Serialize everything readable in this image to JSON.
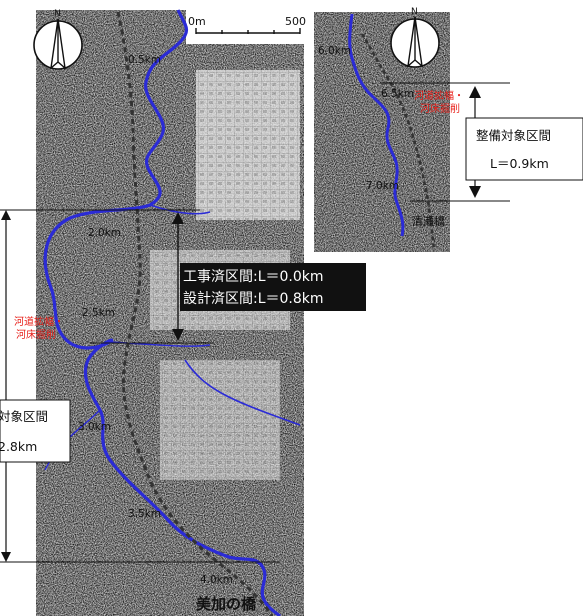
{
  "scale_bar": {
    "zero": "0m",
    "end": "500"
  },
  "north": "N",
  "km_labels_main": [
    "0.5km",
    "2.0km",
    "2.5km",
    "3.0km",
    "3.5km",
    "4.0km"
  ],
  "km_labels_inset": [
    "6.0km",
    "6.5km",
    "7.0km"
  ],
  "bridge_main": "美加の橋",
  "bridge_inset": "清瀬橋",
  "work_main": [
    "河道拡幅・",
    "河床掘削"
  ],
  "work_inset": [
    "河道拡幅・",
    "河床掘削"
  ],
  "status_box": {
    "line1": "工事済区間:L＝0.0km",
    "line2": "設計済区間:L＝0.8km"
  },
  "target_left": {
    "title": "対象区間",
    "length": "2.8km"
  },
  "target_right": {
    "title": "整備対象区間",
    "length": "L＝0.9km"
  },
  "colors": {
    "river": "#2b2bd6",
    "rail": "#333333",
    "annotation": "#e8201a"
  }
}
